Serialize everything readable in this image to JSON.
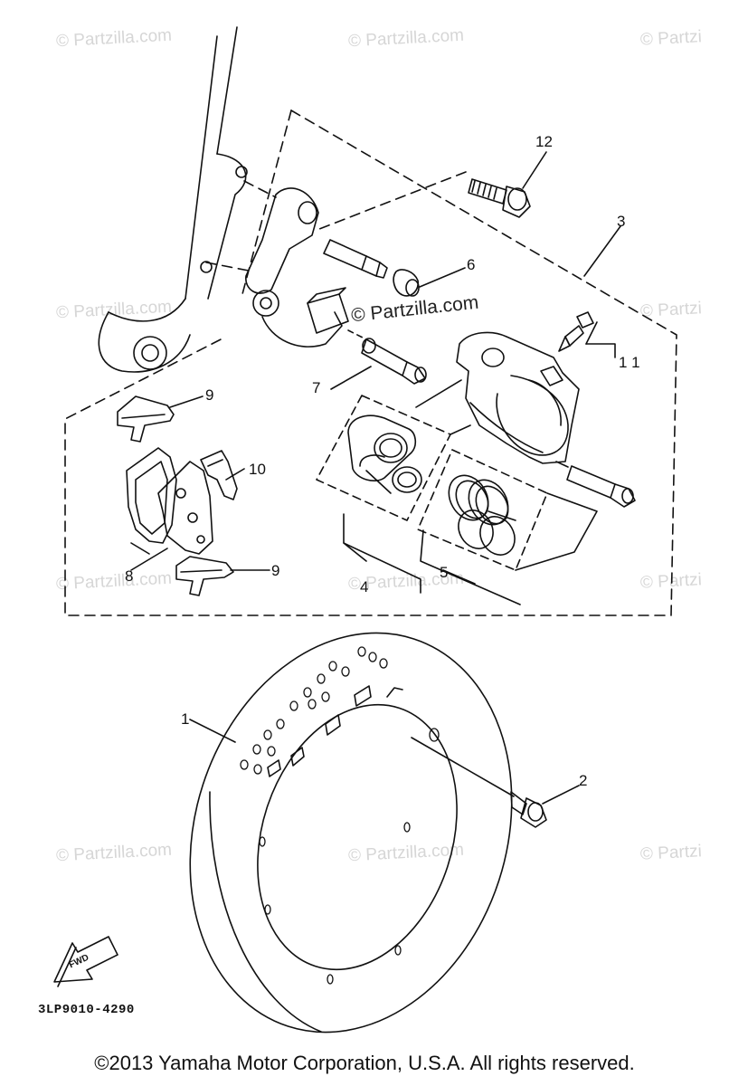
{
  "watermark": "© Partzilla.com",
  "watermark_short": "© Partzi",
  "center_watermark": "© Partzilla.com",
  "callouts": {
    "c1": "1",
    "c2": "2",
    "c3": "3",
    "c4": "4",
    "c5": "5",
    "c6": "6",
    "c7": "7",
    "c8": "8",
    "c9a": "9",
    "c9b": "9",
    "c10": "10",
    "c11": "1 1",
    "c12": "12"
  },
  "fwd_label": "FWD",
  "diagram_code": "3LP9010-4290",
  "copyright": "©2013 Yamaha Motor Corporation, U.S.A. All rights reserved.",
  "colors": {
    "ink": "#111111",
    "watermark": "#d6d6d6",
    "background": "#ffffff"
  }
}
